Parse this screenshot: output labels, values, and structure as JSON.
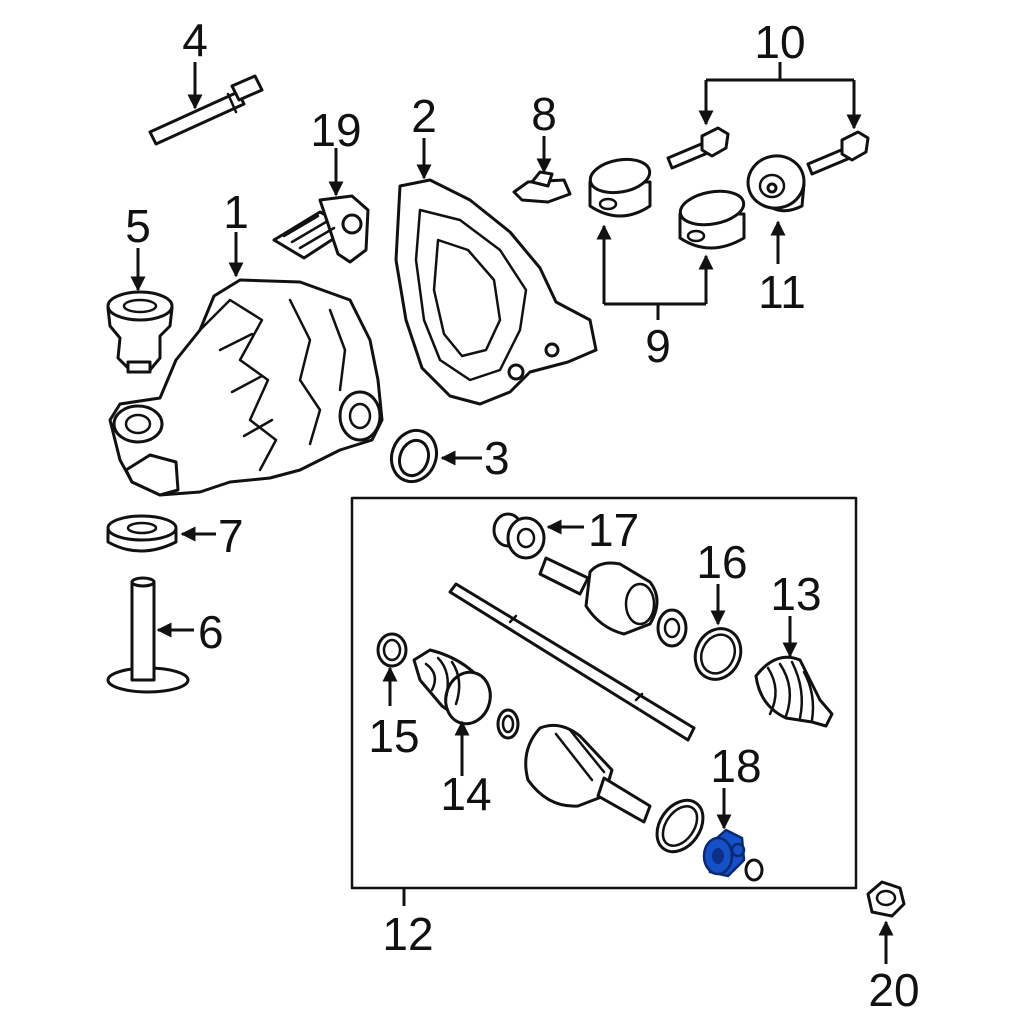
{
  "diagram": {
    "highlight_color": "#1550c8",
    "callouts": {
      "p1": "1",
      "p2": "2",
      "p3": "3",
      "p4": "4",
      "p5": "5",
      "p6": "6",
      "p7": "7",
      "p8": "8",
      "p9": "9",
      "p10": "10",
      "p11": "11",
      "p12": "12",
      "p13": "13",
      "p14": "14",
      "p15": "15",
      "p16": "16",
      "p17": "17",
      "p18": "18",
      "p19": "19",
      "p20": "20"
    }
  }
}
